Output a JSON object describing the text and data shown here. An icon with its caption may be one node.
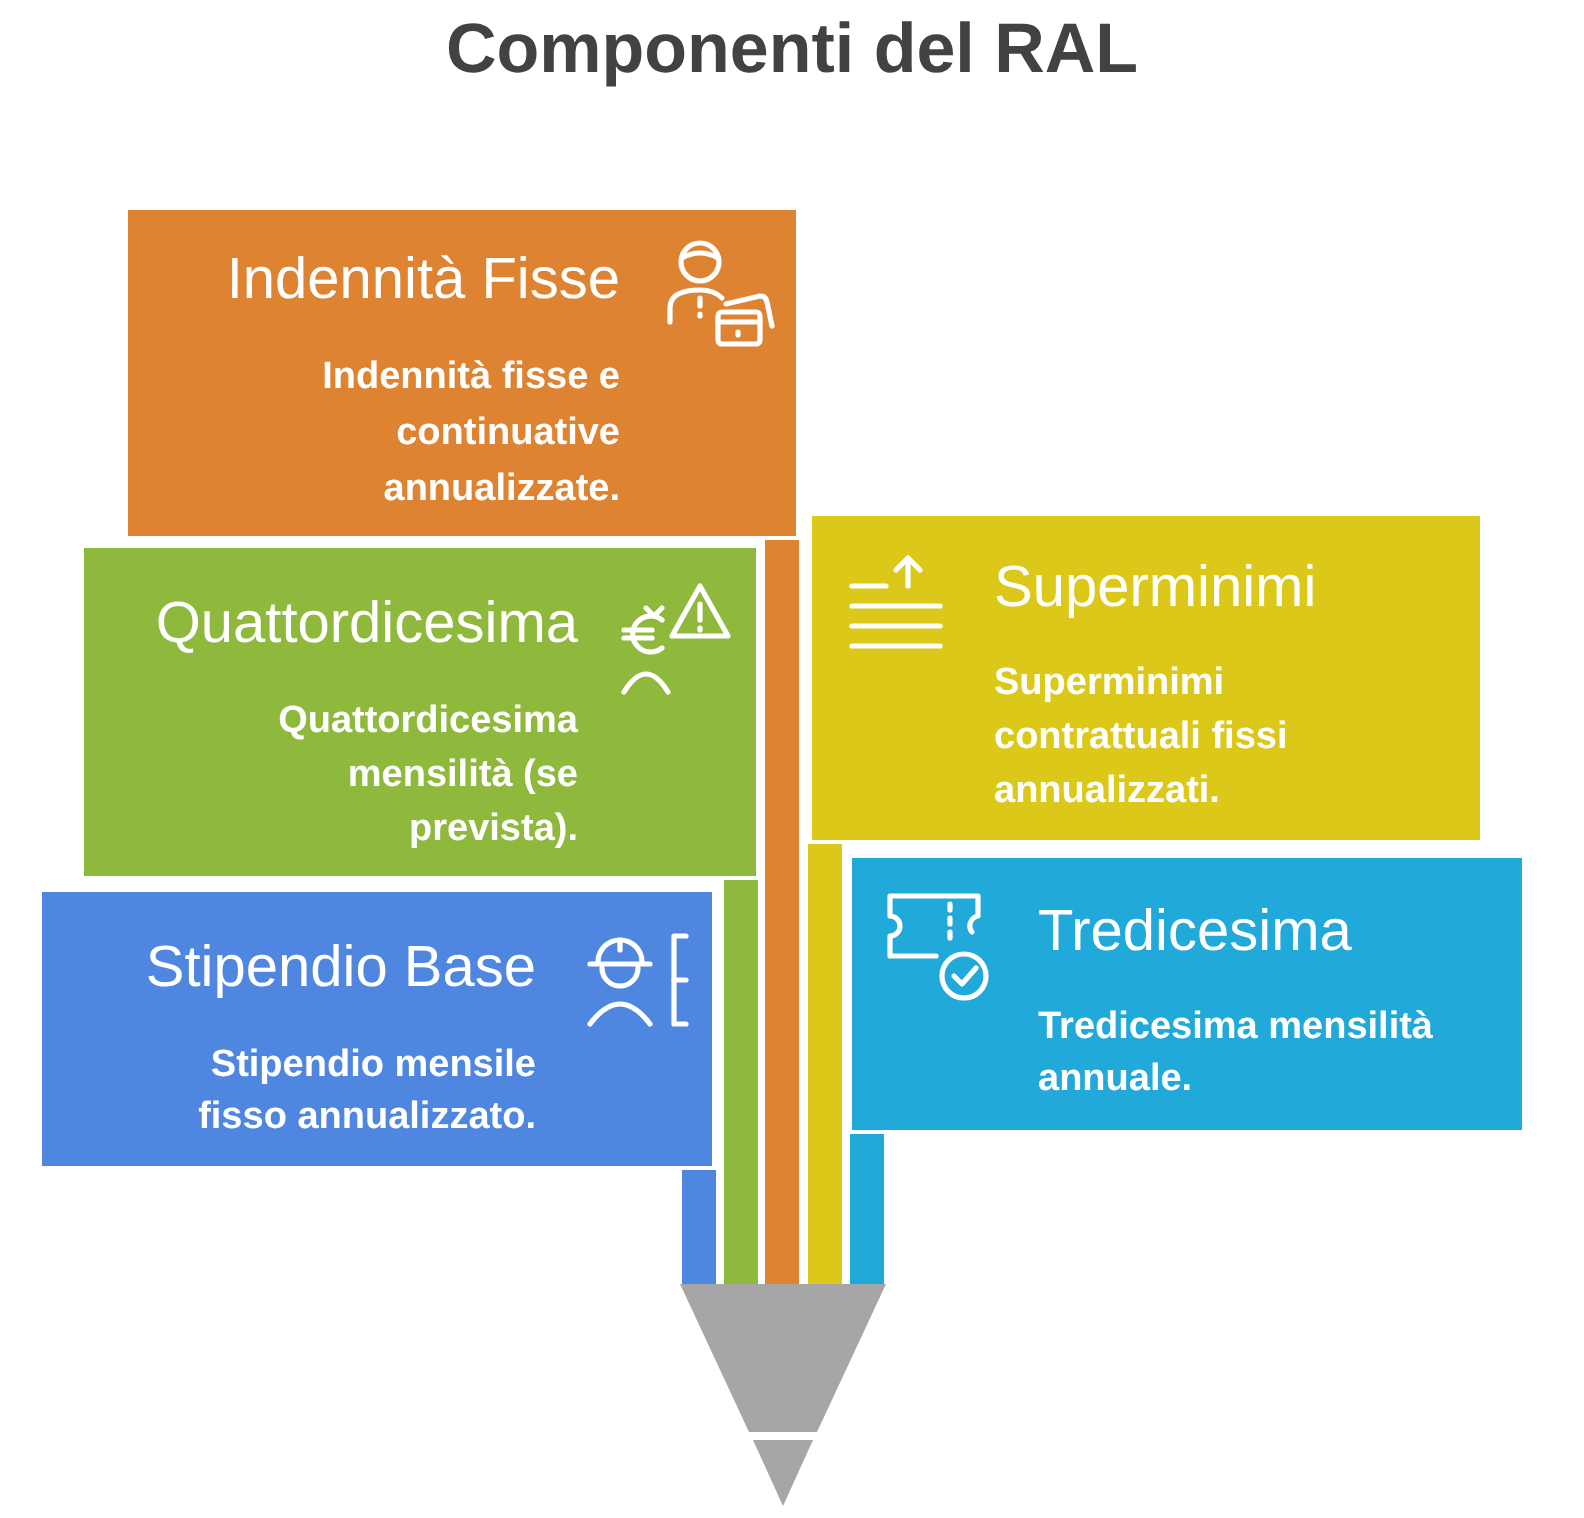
{
  "diagram": {
    "title": "Componenti del RAL",
    "nodes": [
      {
        "text": [
          "Indennità Fisse",
          "Indennità fisse e continuative annualizzate."
        ]
      },
      {
        "text": [
          "Quattordicesima",
          "Quattordicesima mensilità (se prevista)."
        ]
      },
      {
        "text": [
          "Superminimi",
          "Superminimi contrattuali fissi annualizzati."
        ]
      },
      {
        "text": [
          "Stipendio Base",
          "Stipendio mensile fisso annualizzato."
        ]
      },
      {
        "text": [
          "Tredicesima",
          "Tredicesima mensilità annuale."
        ]
      },
      {
        "text": [],
        "shape": "funnel"
      }
    ],
    "edges": [
      {
        "from": 0,
        "to": 5,
        "arrow": "none",
        "color": "#de8332"
      },
      {
        "from": 1,
        "to": 5,
        "arrow": "none",
        "color": "#8fb93c"
      },
      {
        "from": 2,
        "to": 5,
        "arrow": "none",
        "color": "#dcc818"
      },
      {
        "from": 3,
        "to": 5,
        "arrow": "none",
        "color": "#4f87e0"
      },
      {
        "from": 4,
        "to": 5,
        "arrow": "none",
        "color": "#20a9d9"
      }
    ]
  }
}
